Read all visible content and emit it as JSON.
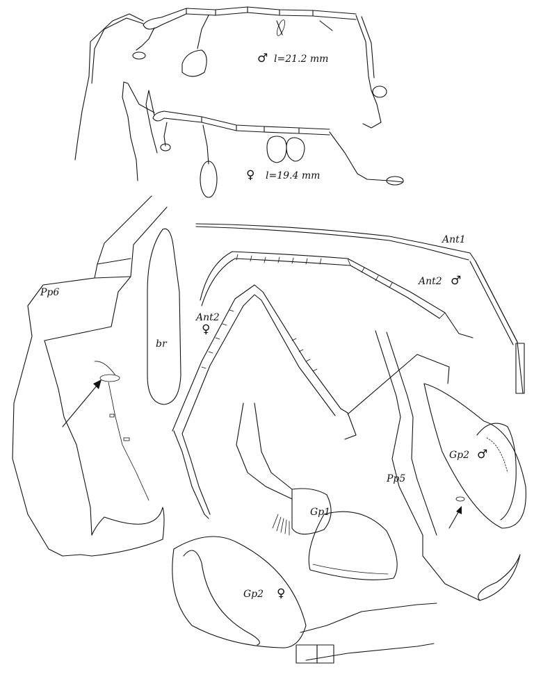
{
  "habitus_male": {
    "symbol": "♂",
    "length": "l=21.2  mm"
  },
  "habitus_female": {
    "symbol": "♀",
    "length": "l=19.4  mm"
  },
  "labels": {
    "ant1": "Ant1",
    "ant2_male": "Ant2",
    "ant2_male_symbol": "♂",
    "ant2_female": "Ant2",
    "ant2_female_symbol": "♀",
    "pp6": "Pp6",
    "br": "br",
    "gp1": "Gp1",
    "gp2_male": "Gp2",
    "gp2_male_symbol": "♂",
    "pp5": "Pp5",
    "gp2_female": "Gp2",
    "gp2_female_symbol": "♀"
  }
}
